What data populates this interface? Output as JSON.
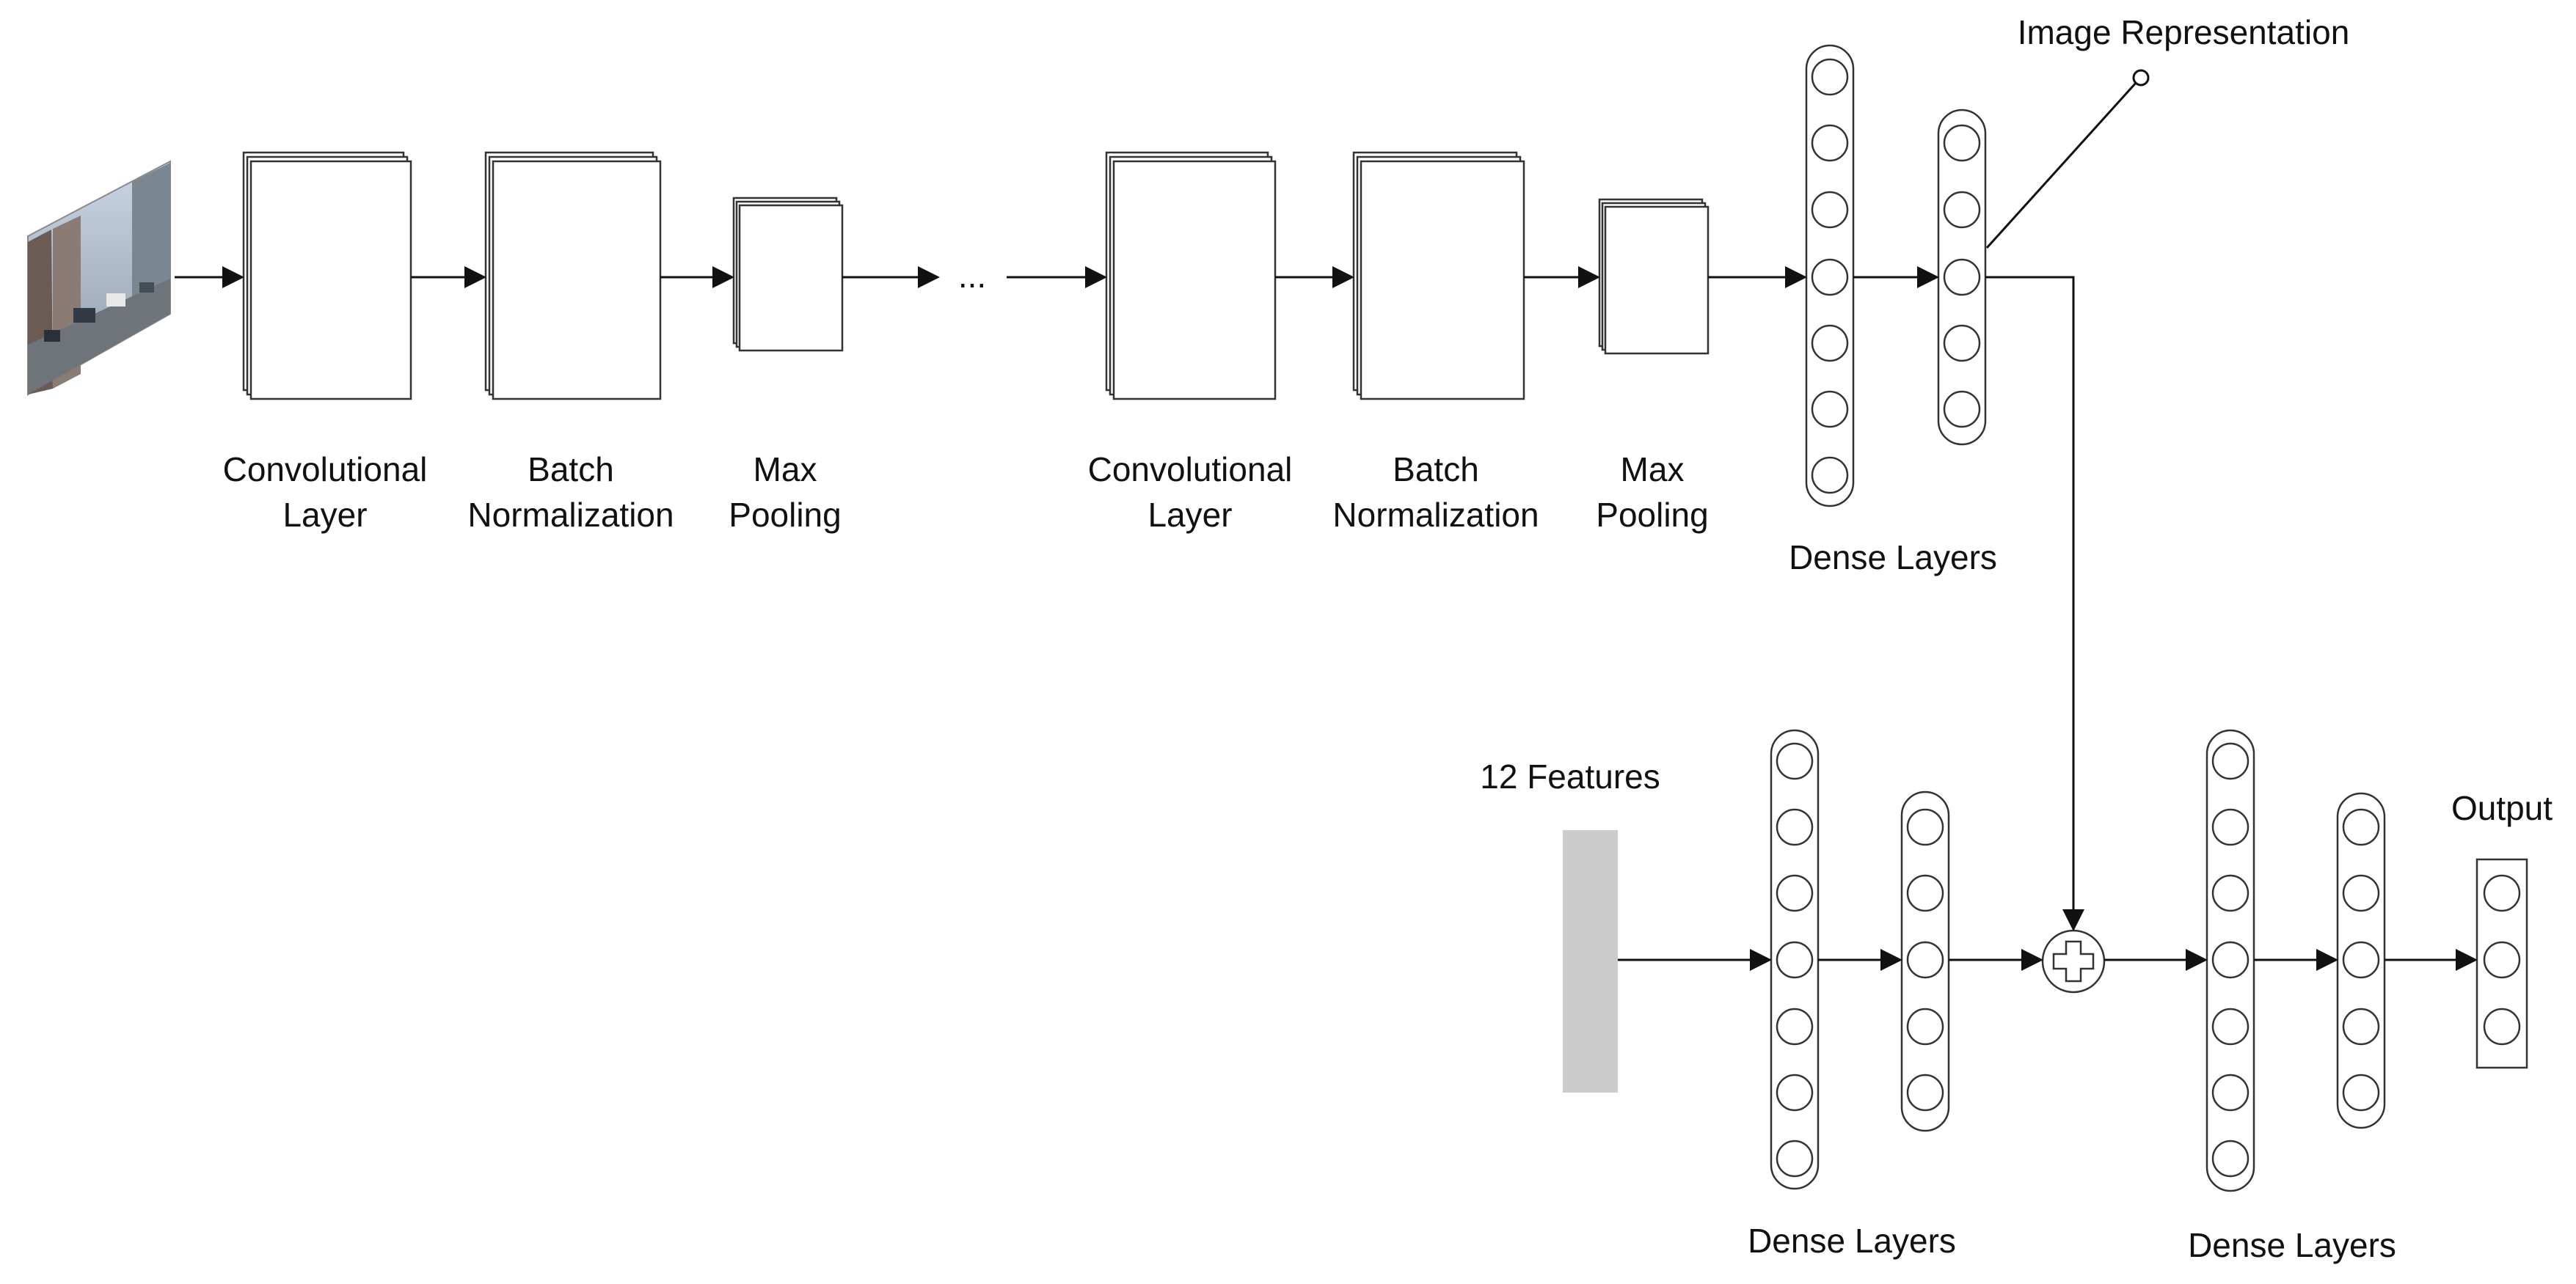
{
  "colors": {
    "stroke": "#333333",
    "arrow": "#111111",
    "feature_bar": "#cccccc",
    "text": "#111111"
  },
  "labels": {
    "conv1_line1": "Convolutional",
    "conv1_line2": "Layer",
    "bn1_line1": "Batch",
    "bn1_line2": "Normalization",
    "pool1_line1": "Max",
    "pool1_line2": "Pooling",
    "ellipsis": "...",
    "conv2_line1": "Convolutional",
    "conv2_line2": "Layer",
    "bn2_line1": "Batch",
    "bn2_line2": "Normalization",
    "pool2_line1": "Max",
    "pool2_line2": "Pooling",
    "dense_top": "Dense Layers",
    "image_representation": "Image Representation",
    "features": "12 Features",
    "dense_bottom_left": "Dense Layers",
    "dense_bottom_right": "Dense Layers",
    "output": "Output"
  }
}
